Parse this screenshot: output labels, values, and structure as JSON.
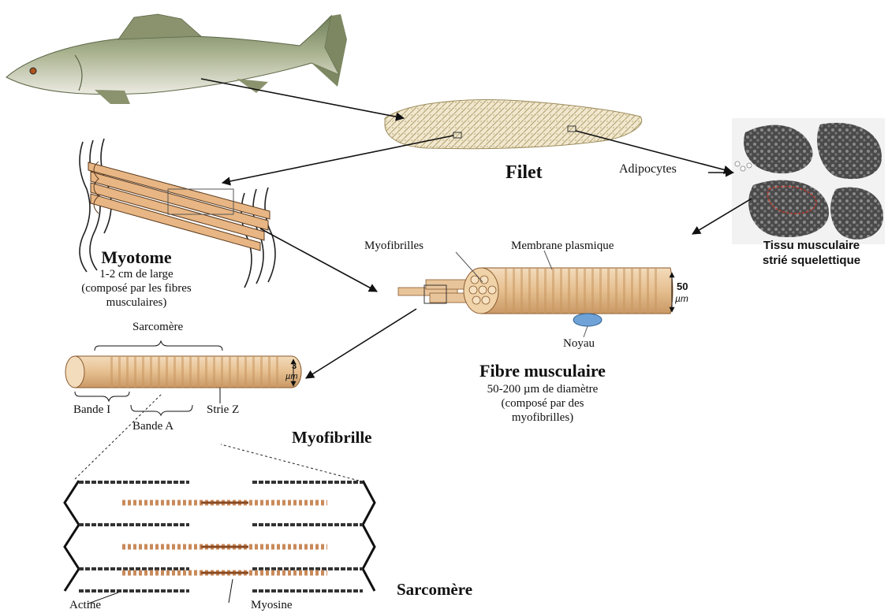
{
  "labels": {
    "filet": "Filet",
    "adipocytes": "Adipocytes",
    "tissu_line1": "Tissu musculaire",
    "tissu_line2": "strié squelettique",
    "myotome_title": "Myotome",
    "myotome_line1": "1-2 cm de large",
    "myotome_line2": "(composé par les fibres",
    "myotome_line3": "musculaires)",
    "myofibrilles": "Myofibrilles",
    "membrane": "Membrane plasmique",
    "noyau": "Noyau",
    "fibre_title": "Fibre musculaire",
    "fibre_line1": "50-200 µm de diamètre",
    "fibre_line2": "(composé par des",
    "fibre_line3": "myofibrilles)",
    "scale_50": "50",
    "scale_50_unit": "µm",
    "sarcomere_top": "Sarcomère",
    "scale_3": "3",
    "scale_3_unit": "µm",
    "bande_i": "Bande I",
    "bande_a": "Bande A",
    "strie_z": "Strie Z",
    "myofibrille": "Myofibrille",
    "sarcomere_bottom": "Sarcomère",
    "actine": "Actine",
    "myosine": "Myosine"
  },
  "colors": {
    "fiber_fill": "#e8c49a",
    "fiber_stripe": "#c89660",
    "fish_back": "#7f8f6a",
    "fish_belly": "#e6e6dc",
    "tissue_dark": "#3a3a3a",
    "myosin": "#c98a5a",
    "nucleus": "#6fa3d8",
    "arrow": "#111111"
  }
}
